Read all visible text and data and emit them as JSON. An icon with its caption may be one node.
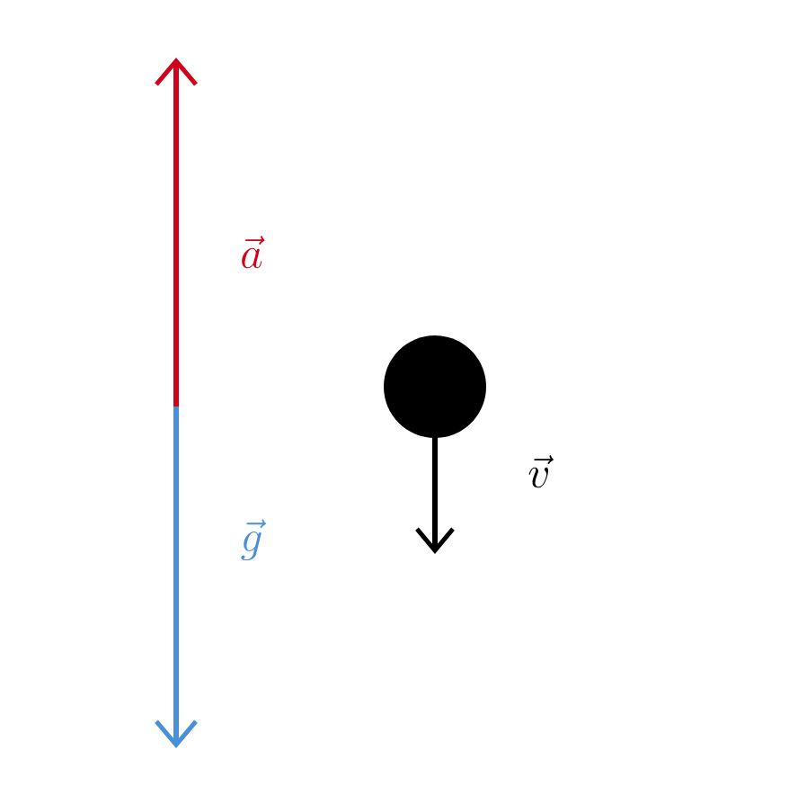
{
  "diagram": {
    "nodes": [
      {
        "text": [],
        "shape": "circle"
      }
    ],
    "labels": [
      "\\vec{a}",
      "\\vec{g}",
      "\\vec{v}"
    ]
  }
}
